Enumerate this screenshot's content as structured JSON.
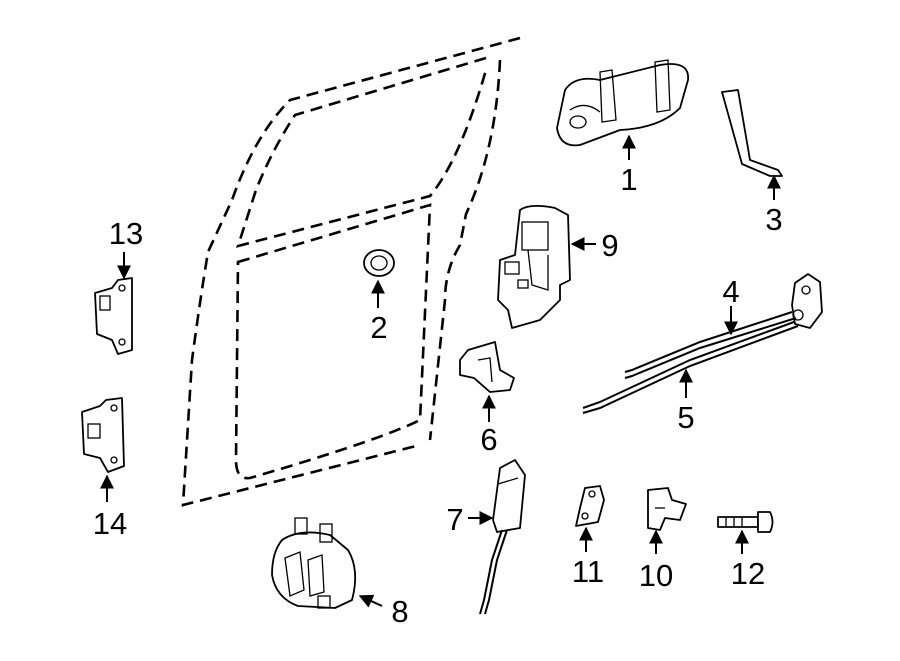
{
  "callouts": {
    "c1": "1",
    "c2": "2",
    "c3": "3",
    "c4": "4",
    "c5": "5",
    "c6": "6",
    "c7": "7",
    "c8": "8",
    "c9": "9",
    "c10": "10",
    "c11": "11",
    "c12": "12",
    "c13": "13",
    "c14": "14"
  },
  "style": {
    "line_color": "#000000",
    "background": "#ffffff"
  }
}
